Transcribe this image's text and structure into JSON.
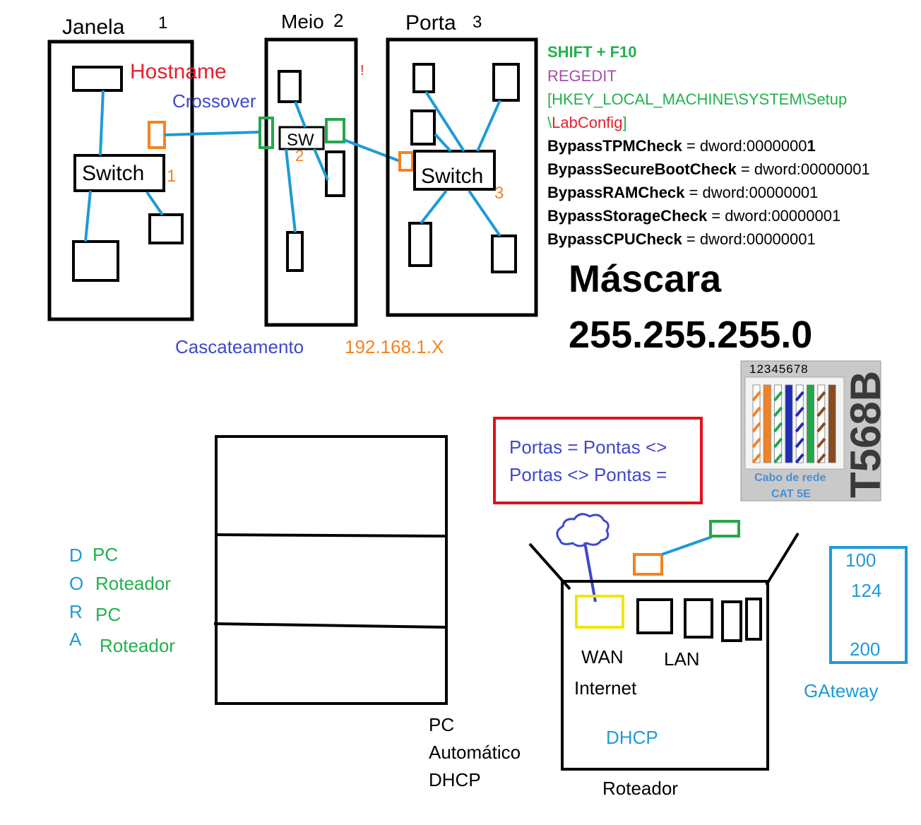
{
  "top_labels": {
    "janela": "Janela",
    "janela_num": "1",
    "meio": "Meio",
    "meio_num": "2",
    "porta": "Porta",
    "porta_num": "3",
    "hostname": "Hostname",
    "crossover": "Crossover",
    "sw": "SW",
    "switch_left": "Switch",
    "switch_right": "Switch",
    "num_1": "1",
    "num_2": "2",
    "num_3": "3",
    "cascateamento": "Cascateamento",
    "ip": "192.168.1.X",
    "stray_mark": "!"
  },
  "registry": {
    "shortcut": "SHIFT + F10",
    "regedit": "REGEDIT",
    "key_path": "[HKEY_LOCAL_MACHINE\\SYSTEM\\Setup",
    "subkey": "\\LabConfig]",
    "entries": [
      {
        "name": "BypassTPMCheck",
        "value": " = dword:0000000",
        "tail": "1"
      },
      {
        "name": "BypassSecureBootCheck",
        "value": " = dword:00000001",
        "tail": ""
      },
      {
        "name": "BypassRAMCheck",
        "value": " = dword:00000001",
        "tail": ""
      },
      {
        "name": "BypassStorageCheck",
        "value": " = dword:00000001",
        "tail": ""
      },
      {
        "name": "BypassCPUCheck",
        "value": " = dword:00000001",
        "tail": ""
      }
    ]
  },
  "mask": {
    "title": "Máscara",
    "value": "255.255.255.0"
  },
  "t568b_image": {
    "pin_numbers": "12345678",
    "standard": "T568B",
    "caption_line1": "Cabo de rede",
    "caption_line2": "CAT 5E"
  },
  "portas_box": {
    "line1": "Portas = Pontas <>",
    "line2": "Portas <> Pontas ="
  },
  "dora": {
    "letters": [
      "D",
      "O",
      "R",
      "A"
    ],
    "roles": [
      "PC",
      "Roteador",
      "PC",
      "Roteador"
    ]
  },
  "pc_caption": {
    "line1": "PC",
    "line2": "Automático",
    "line3": "DHCP"
  },
  "router": {
    "wan": "WAN",
    "lan": "LAN",
    "internet": "Internet",
    "dhcp": "DHCP",
    "caption": "Roteador"
  },
  "gateway": {
    "values": [
      "100",
      "124",
      "200"
    ],
    "label": "GAteway"
  },
  "colors": {
    "blue_wire": "#1e9ad6",
    "orange": "#f58220",
    "green_port": "#22a84a",
    "red_text": "#e8202a",
    "purple_text": "#a54fa8",
    "indigo_text": "#3f48cc",
    "green_text": "#22b14c",
    "box_red": "#e3101c",
    "yellow_port": "#f2e600",
    "cloud_blue": "#3f48cc"
  }
}
